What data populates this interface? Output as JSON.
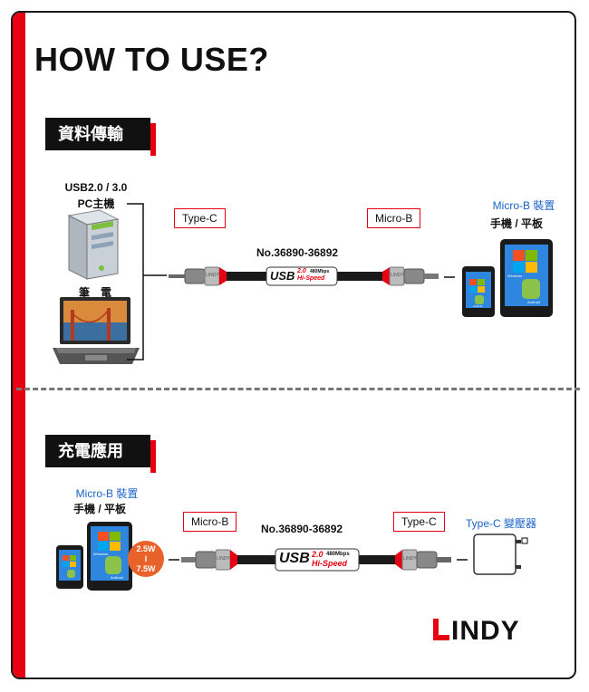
{
  "title": "HOW TO USE?",
  "section1": {
    "tag": "資料傳輸",
    "pc_label": "USB2.0 / 3.0",
    "pc_label2": "PC主機",
    "laptop_label": "筆　電",
    "left_box": "Type-C",
    "right_box": "Micro-B",
    "part_number": "No.36890-36892",
    "device_label": "Micro-B 裝置",
    "device_sub": "手機 / 平板"
  },
  "section2": {
    "tag": "充電應用",
    "device_label": "Micro-B 裝置",
    "device_sub": "手機 / 平板",
    "left_box": "Micro-B",
    "right_box": "Type-C",
    "part_number": "No.36890-36892",
    "adapter_label": "Type-C 變壓器",
    "watt_top": "2.5W",
    "watt_mid": "I",
    "watt_bottom": "7.5W"
  },
  "cable": {
    "usb": "USB",
    "version": "2.0",
    "speed": "480Mbps",
    "hispeed": "Hi-Speed",
    "connector_brand": "LINDY"
  },
  "screen": {
    "os": "Windows",
    "android": "Android"
  },
  "brand": "INDY",
  "colors": {
    "red": "#e60012",
    "blue": "#1a63c7",
    "orange": "#e8622a"
  }
}
